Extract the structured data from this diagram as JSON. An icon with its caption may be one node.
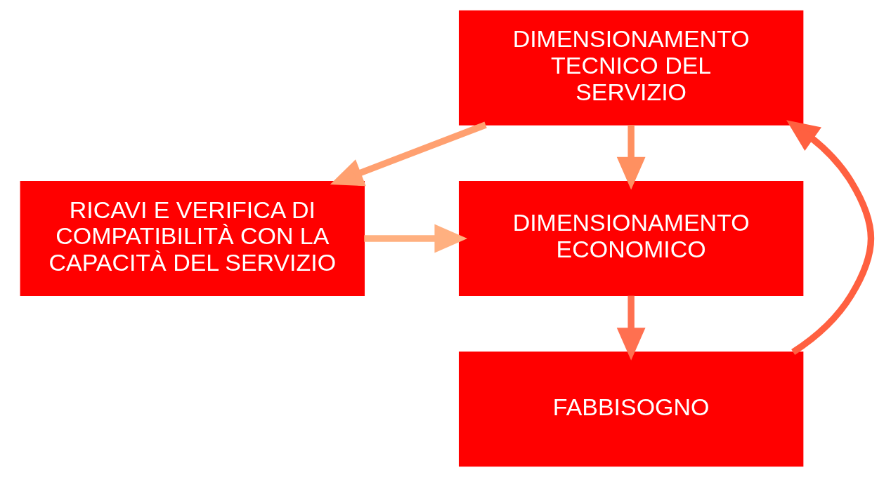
{
  "diagram": {
    "nodes": [
      {
        "text": [
          "DIMENSIONAMENTO TECNICO DEL SERVIZIO"
        ]
      },
      {
        "text": [
          "DIMENSIONAMENTO ECONOMICO"
        ]
      },
      {
        "text": [
          "FABBISOGNO"
        ]
      },
      {
        "text": [
          "RICAVI E VERIFICA DI COMPATIBILITÀ CON LA CAPACITÀ DEL SERVIZIO"
        ]
      }
    ],
    "edges": [
      {
        "from": 0,
        "to": 1,
        "arrow": "to"
      },
      {
        "from": 1,
        "to": 2,
        "arrow": "to"
      },
      {
        "from": 0,
        "to": 3,
        "arrow": "to"
      },
      {
        "from": 3,
        "to": 1,
        "arrow": "to"
      },
      {
        "from": 2,
        "to": 0,
        "arrow": "to"
      }
    ]
  }
}
